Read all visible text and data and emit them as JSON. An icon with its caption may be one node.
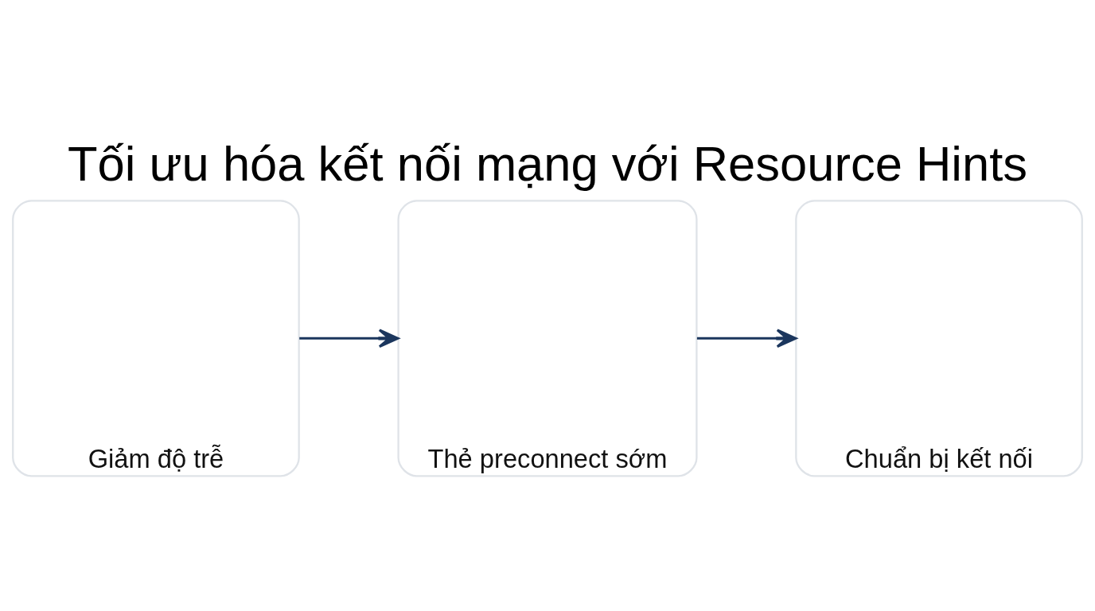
{
  "diagram": {
    "title": "Tối ưu hóa kết nối mạng với Resource Hints",
    "nodes": [
      {
        "text": [
          "Giảm độ trễ"
        ]
      },
      {
        "text": [
          "Thẻ preconnect sớm"
        ]
      },
      {
        "text": [
          "Chuẩn bị kết nối"
        ]
      }
    ],
    "edges": [
      {
        "from": 0,
        "to": 1,
        "arrow": "to"
      },
      {
        "from": 1,
        "to": 2,
        "arrow": "to"
      }
    ]
  }
}
